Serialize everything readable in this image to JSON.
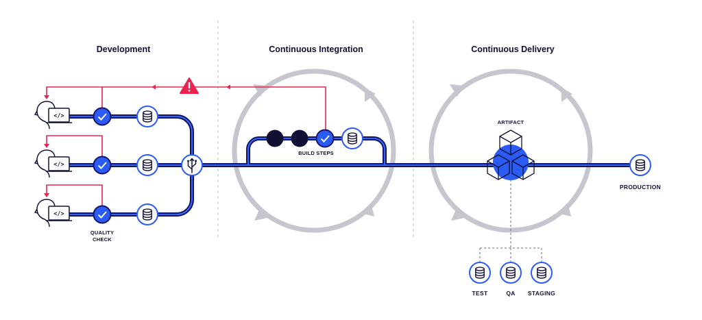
{
  "sections": {
    "development": "Development",
    "ci": "Continuous Integration",
    "cd": "Continuous Delivery"
  },
  "labels": {
    "quality_check_line1": "QUALITY",
    "quality_check_line2": "CHECK",
    "build_steps": "BUILD STEPS",
    "artifact": "ARTIFACT",
    "production": "PRODUCTION"
  },
  "environments": [
    "TEST",
    "QA",
    "STAGING"
  ],
  "icons": {
    "developer": "developer-laptop-icon",
    "check": "check-icon",
    "database": "database-icon",
    "merge": "merge-icon",
    "warning": "warning-icon",
    "artifact": "artifact-cubes-icon"
  },
  "colors": {
    "navy": "#15146b",
    "blue": "#2a5bf5",
    "red": "#e8244f",
    "gray": "#c6c7ce",
    "dark": "#0f1033"
  }
}
